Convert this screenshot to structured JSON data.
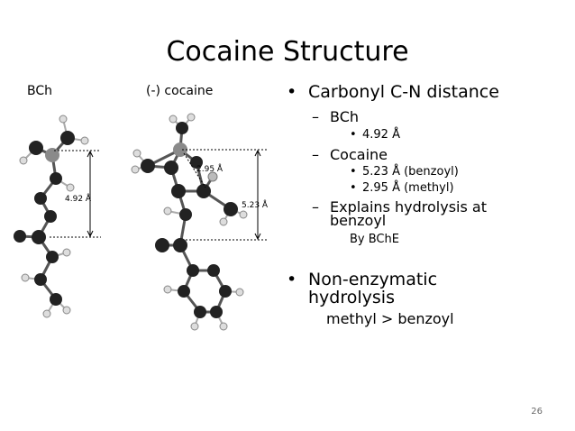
{
  "title": "Cocaine Structure",
  "images": {
    "left_label": "BCh",
    "right_label": "(-) cocaine",
    "left_distance": "4.92 Å",
    "right_distance_long": "5.23 Å",
    "right_distance_short": "2.95 Å"
  },
  "bullets": {
    "b1": "Carbonyl C-N distance",
    "b1_sub1": "BCh",
    "b1_sub1_item1": "4.92 Å",
    "b1_sub2": "Cocaine",
    "b1_sub2_item1": "5.23 Å (benzoyl)",
    "b1_sub2_item2": "2.95 Å (methyl)",
    "b1_sub3_line1": "Explains hydrolysis at",
    "b1_sub3_line2": "benzoyl",
    "b1_sub3_note": "By BChE",
    "b2_line1": "Non-enzymatic",
    "b2_line2": "hydrolysis",
    "b2_note": "methyl > benzoyl"
  },
  "page_number": "26"
}
